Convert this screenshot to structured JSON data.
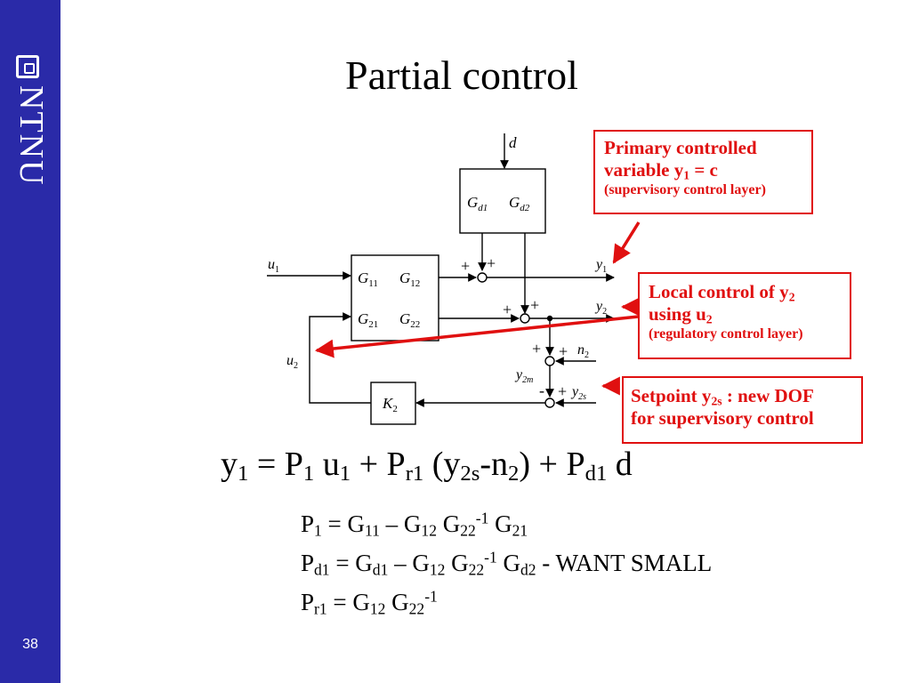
{
  "sidebar": {
    "logo_text": "NTNU",
    "page_number": "38"
  },
  "title": "Partial control",
  "diagram": {
    "blocks": {
      "gd1": "G",
      "gd1_sub": "d1",
      "gd2": "G",
      "gd2_sub": "d2",
      "g11": "G",
      "g11_sub": "11",
      "g12": "G",
      "g12_sub": "12",
      "g21": "G",
      "g21_sub": "21",
      "g22": "G",
      "g22_sub": "22",
      "k2": "K",
      "k2_sub": "2"
    },
    "signals": {
      "d": "d",
      "u1": "u",
      "u1_sub": "1",
      "u2": "u",
      "u2_sub": "2",
      "y1": "y",
      "y1_sub": "1",
      "y2": "y",
      "y2_sub": "2",
      "n2": "n",
      "n2_sub": "2",
      "y2m": "y",
      "y2m_sub": "2m",
      "y2s": "y",
      "y2s_sub": "2s"
    },
    "signs": {
      "plus": "+",
      "minus": "-"
    }
  },
  "callouts": {
    "primary": {
      "line1": "Primary controlled",
      "line2_pre": "variable y",
      "line2_sub": "1",
      "line2_post": " = c",
      "line3": "(supervisory control layer)"
    },
    "local": {
      "line1_pre": "Local control of y",
      "line1_sub": "2",
      "line2_pre": "using u",
      "line2_sub": "2",
      "line3": "(regulatory control layer)"
    },
    "setpoint": {
      "line1_pre": "Setpoint y",
      "line1_sub": "2s",
      "line1_post": " : new DOF",
      "line2": "for supervisory control"
    }
  },
  "equations": {
    "main": {
      "y": "y",
      "y_sub": "1",
      "eq": " = P",
      "p_sub": "1",
      "u": " u",
      "u_sub": "1",
      "plus1": " + P",
      "pr_sub": "r1",
      "paren_open": " (y",
      "y2s_sub": "2s",
      "minus_n": "-n",
      "n_sub": "2",
      "paren_close": ") + P",
      "pd_sub": "d1",
      "d": " d"
    },
    "p1": {
      "lhs": "P",
      "lhs_sub": "1",
      "t1": " = G",
      "t1_sub": "11",
      "t2": " – G",
      "t2_sub": "12",
      "t3": " G",
      "t3_sub": "22",
      "t3_sup": "-1",
      "t4": " G",
      "t4_sub": "21"
    },
    "pd1": {
      "lhs": "P",
      "lhs_sub": "d1",
      "t1": " = G",
      "t1_sub": "d1",
      "t2": " – G",
      "t2_sub": "12",
      "t3": " G",
      "t3_sub": "22",
      "t3_sup": "-1",
      "t4": " G",
      "t4_sub": "d2",
      "note": "  - WANT SMALL"
    },
    "pr1": {
      "lhs": "P",
      "lhs_sub": "r1",
      "t1": " = G",
      "t1_sub": "12",
      "t2": " G",
      "t2_sub": "22",
      "t2_sup": "-1"
    }
  },
  "colors": {
    "sidebar": "#2a2aa8",
    "callout": "#e01010",
    "text": "#000000"
  }
}
